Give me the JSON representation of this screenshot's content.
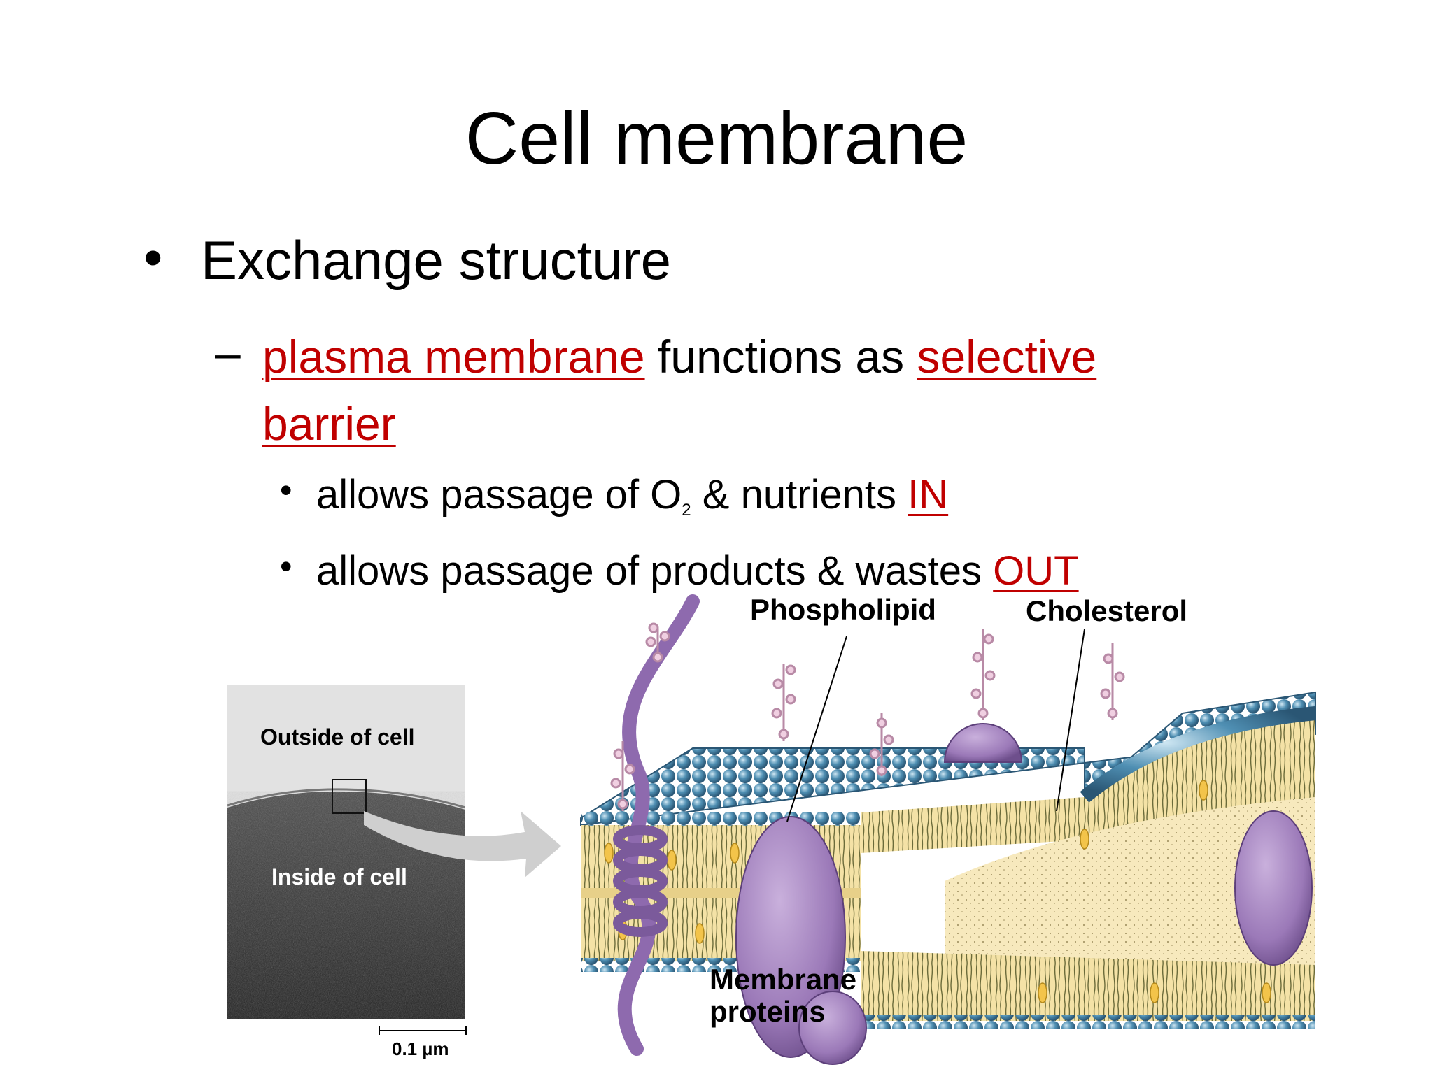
{
  "slide": {
    "title": "Cell membrane",
    "bullet1": "Exchange structure",
    "bullet2": {
      "dash": "–",
      "term1": "plasma membrane",
      "middle": " functions as ",
      "term2": "selective barrier"
    },
    "bullet3": {
      "prefix": "allows passage of O",
      "subscript": "2",
      "suffix": " & nutrients ",
      "emph": "IN"
    },
    "bullet4": {
      "prefix": "allows passage of products & wastes ",
      "emph": "OUT"
    },
    "colors": {
      "accent_red": "#c00000",
      "protein_purple": "#9b79b8",
      "head_blue": "#3e7aa0",
      "tail_yellow": "#f0d078"
    }
  },
  "figure": {
    "micrograph": {
      "outside_label": "Outside of cell",
      "inside_label": "Inside of cell",
      "scale_label": "0.1 µm"
    },
    "diagram": {
      "label_phospholipid": "Phospholipid",
      "label_cholesterol": "Cholesterol",
      "label_membrane_proteins_line1": "Membrane",
      "label_membrane_proteins_line2": "proteins"
    }
  }
}
